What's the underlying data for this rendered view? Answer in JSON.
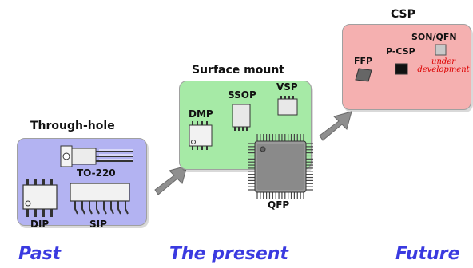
{
  "past": {
    "heading": "Through-hole",
    "packages": {
      "to220": "TO-220",
      "dip": "DIP",
      "sip": "SIP"
    },
    "era": "Past",
    "color": "#b3b3f2"
  },
  "present": {
    "heading": "Surface mount",
    "packages": {
      "dmp": "DMP",
      "ssop": "SSOP",
      "vsp": "VSP",
      "qfp": "QFP"
    },
    "era": "The present",
    "color": "#a6eaa6"
  },
  "future": {
    "heading": "CSP",
    "packages": {
      "sonqfn": "SON/QFN",
      "pcsp": "P-CSP",
      "ffp": "FFP"
    },
    "note": {
      "line1": "under",
      "line2": "development"
    },
    "era": "Future",
    "color": "#f5b0b0"
  },
  "era_color": "#3a3ae0",
  "note_color": "#dd0000"
}
